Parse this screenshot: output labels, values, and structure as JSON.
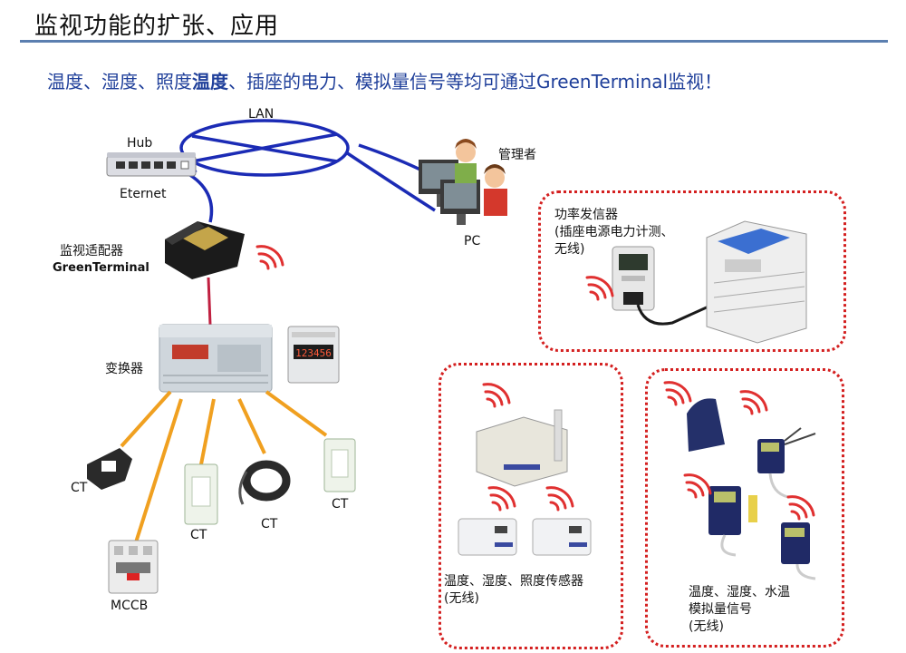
{
  "header": {
    "title": "监视功能的扩张、应用",
    "subtitle_prefix": "温度、湿度、照度",
    "subtitle_bold": "温度",
    "subtitle_rest": "、插座的电力、模拟量信号等均可通过GreenTerminal监视！"
  },
  "network": {
    "lan_label": "LAN",
    "hub_label": "Hub",
    "ethernet_label": "Eternet",
    "admin_label": "管理者",
    "pc_label": "PC"
  },
  "adapter": {
    "label_line1": "监视适配器",
    "label_line2": "GreenTerminal"
  },
  "converter": {
    "label": "变换器",
    "meter_display": "123456"
  },
  "sensors": {
    "ct_labels": [
      "CT",
      "CT",
      "CT",
      "CT"
    ],
    "mccb_label": "MCCB"
  },
  "power_box": {
    "line1": "功率发信器",
    "line2": "(插座电源电力计测、",
    "line3": "无线)"
  },
  "env_box": {
    "line1": "温度、湿度、照度传感器",
    "line2": "(无线)"
  },
  "analog_box": {
    "line1": "温度、湿度、水温",
    "line2": "模拟量信号",
    "line3": "(无线)"
  },
  "colors": {
    "title_rule": "#5b7fb0",
    "subtitle_text": "#1f3f9a",
    "lan_cable": "#1b2bb5",
    "ct_cable": "#f0a020",
    "box_border": "#d42020",
    "wireless_waves": "#e03030"
  }
}
